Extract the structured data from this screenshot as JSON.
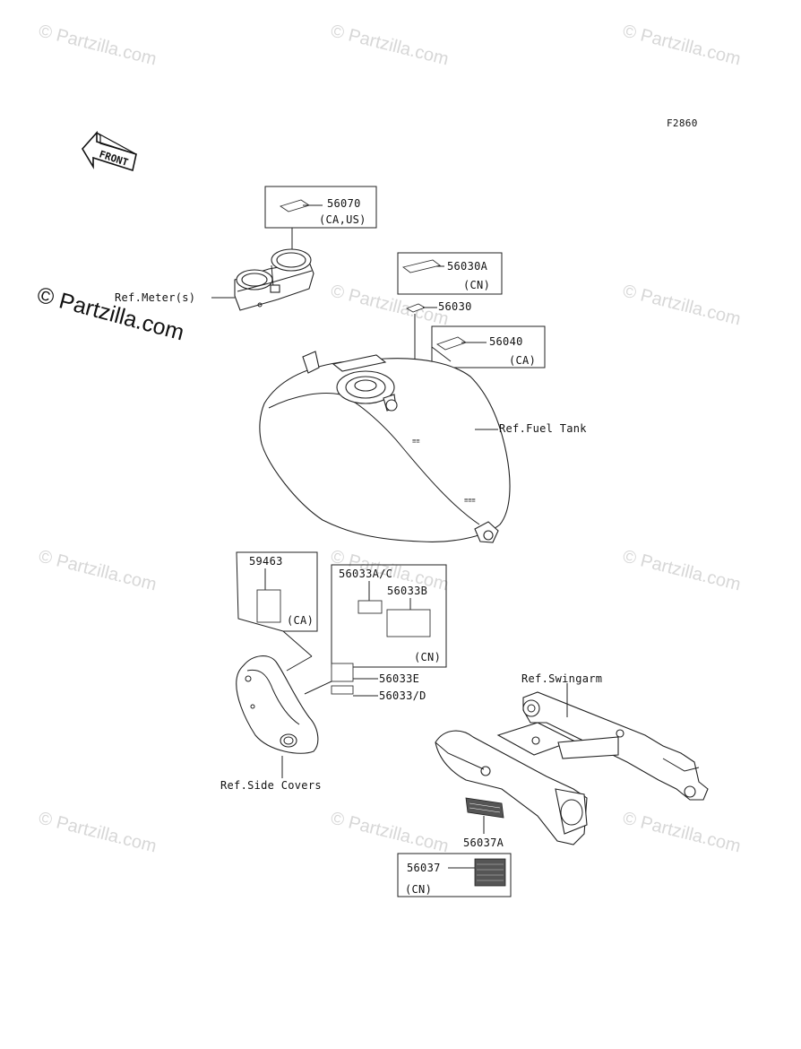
{
  "figure_code": "F2860",
  "front_arrow_label": "FRONT",
  "watermark_text": "© Partzilla.com",
  "watermark_main_text": "© Partzilla.com",
  "labels": {
    "p56070": "56070",
    "p56070_region": "(CA,US)",
    "ref_meter": "Ref.Meter(s)",
    "p56030A": "56030A",
    "p56030A_region": "(CN)",
    "p56030": "56030",
    "p56040": "56040",
    "p56040_region": "(CA)",
    "ref_fuel_tank": "Ref.Fuel Tank",
    "p59463": "59463",
    "p59463_region": "(CA)",
    "p56033AC": "56033A/C",
    "p56033B": "56033B",
    "p56033B_region": "(CN)",
    "p56033E": "56033E",
    "p56033D": "56033/D",
    "ref_side_covers": "Ref.Side Covers",
    "ref_swingarm": "Ref.Swingarm",
    "p56037A": "56037A",
    "p56037": "56037",
    "p56037_region": "(CN)"
  }
}
